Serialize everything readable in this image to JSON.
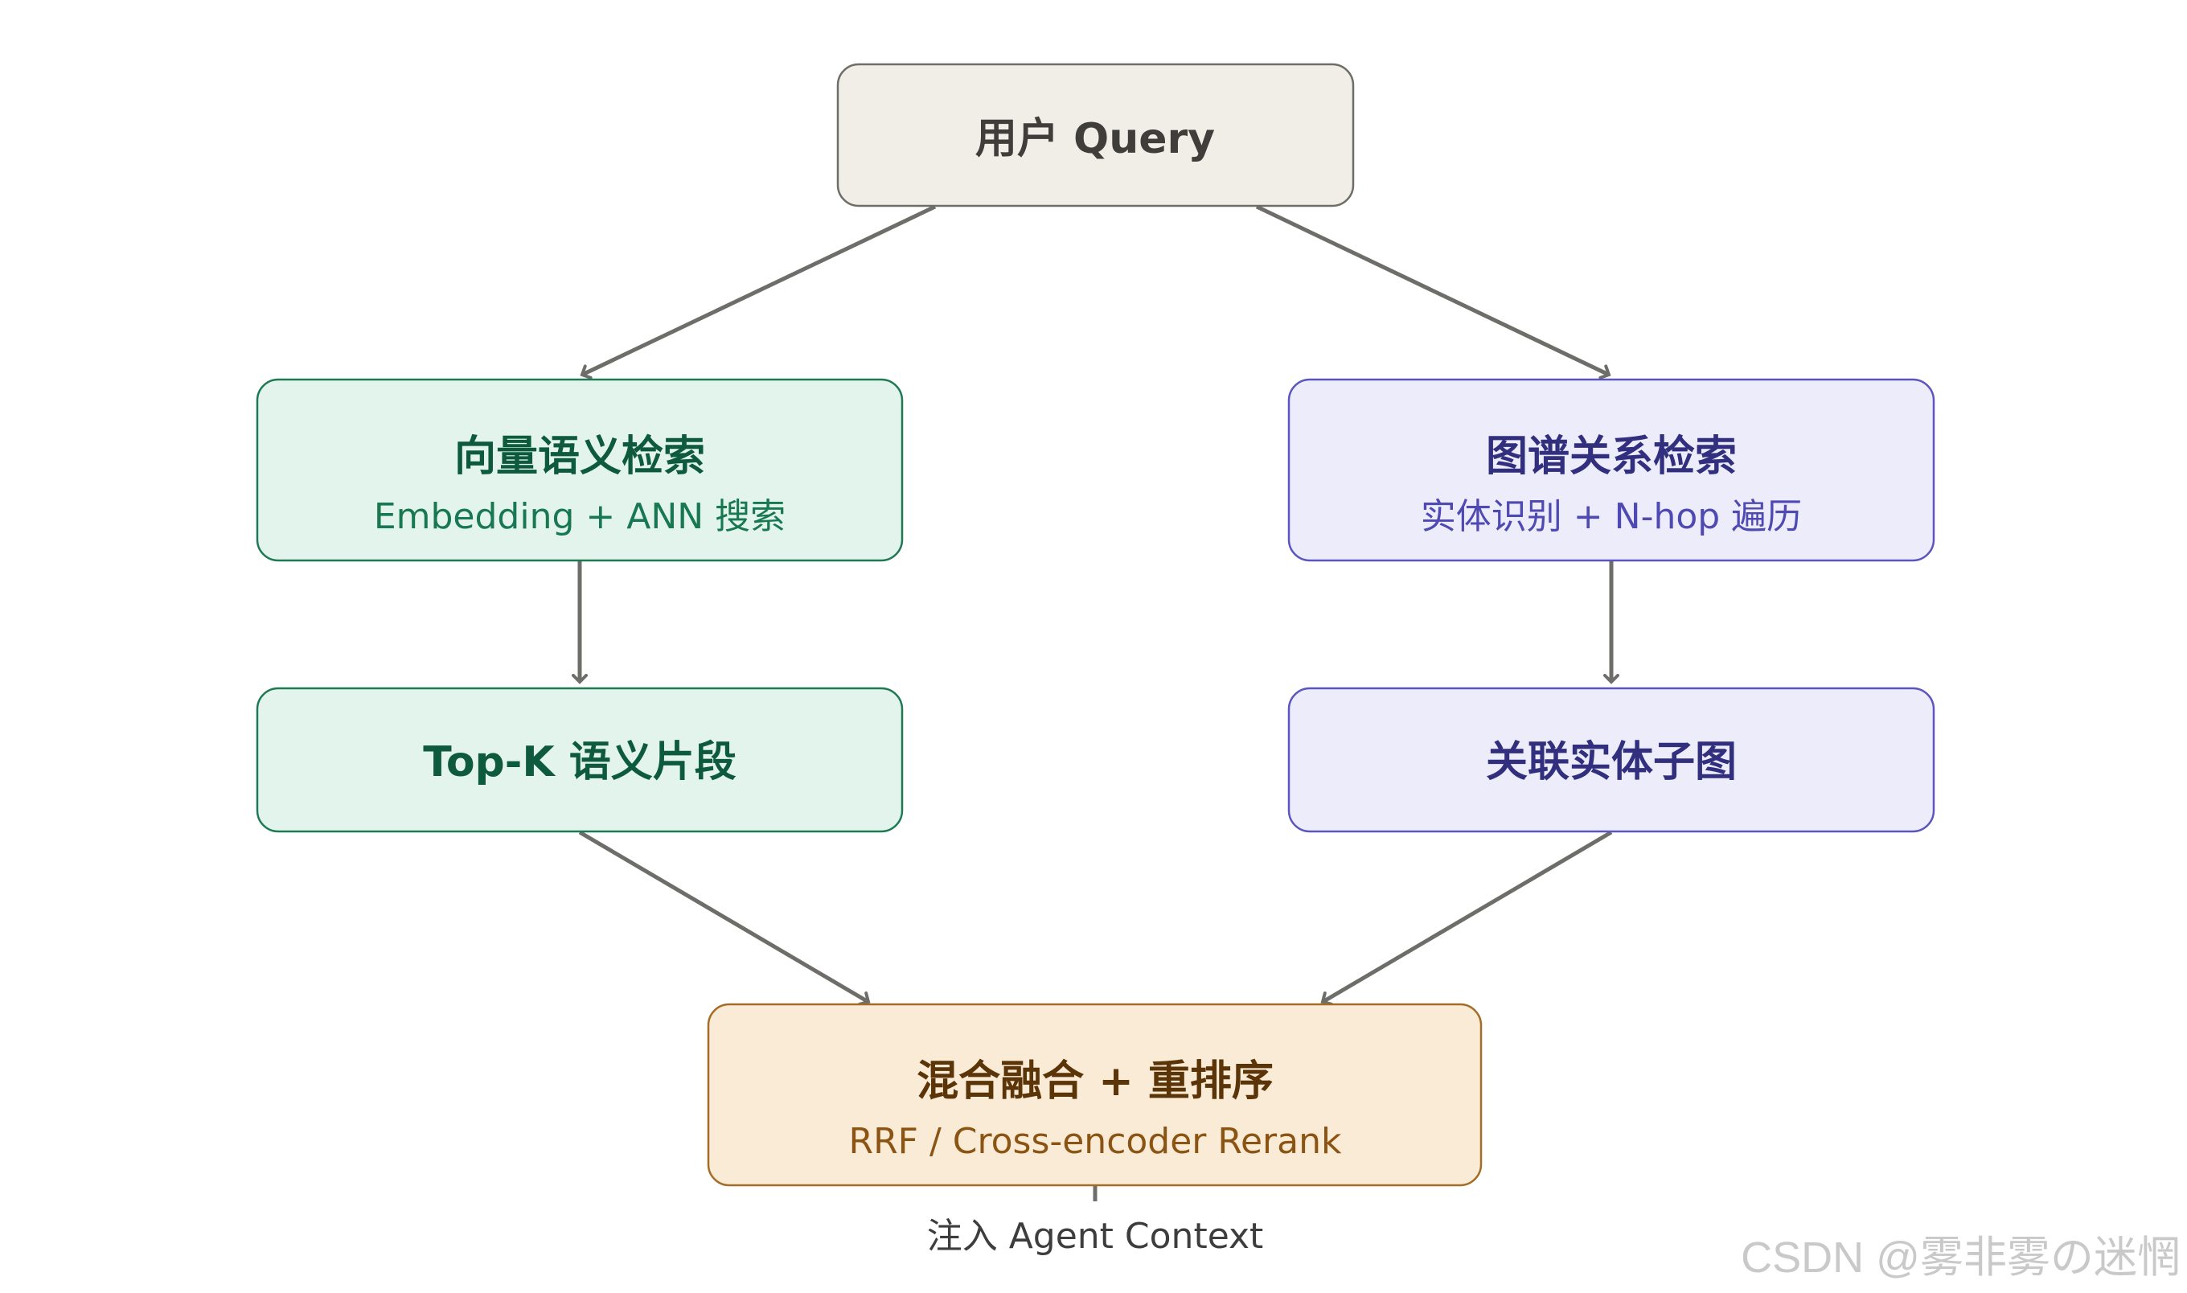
{
  "colors": {
    "query_fill": "#f1eee8",
    "query_stroke": "#6f6d68",
    "query_text": "#3f3e3b",
    "vector_fill": "#e2f4ec",
    "vector_stroke": "#1e7a55",
    "vector_title": "#0e5a3c",
    "vector_sub": "#187852",
    "graph_fill": "#ececfb",
    "graph_stroke": "#5b55bf",
    "graph_title": "#322f7e",
    "graph_sub": "#4f49b3",
    "fusion_fill": "#f9ebd6",
    "fusion_stroke": "#a56c25",
    "fusion_title": "#5b3408",
    "fusion_sub": "#8c5413",
    "edge": "#6e6d69",
    "watermark": "#c9c9c9"
  },
  "nodes": {
    "query": {
      "title": "用户 Query"
    },
    "vector_search": {
      "title": "向量语义检索",
      "subtitle": "Embedding + ANN 搜索"
    },
    "graph_search": {
      "title": "图谱关系检索",
      "subtitle": "实体识别 + N-hop 遍历"
    },
    "topk": {
      "title": "Top-K 语义片段"
    },
    "subgraph": {
      "title": "关联实体子图"
    },
    "fusion": {
      "title": "混合融合 + 重排序",
      "subtitle": "RRF / Cross-encoder Rerank"
    }
  },
  "output_label": "注入 Agent Context",
  "watermark": "CSDN @雾非雾の迷惘"
}
